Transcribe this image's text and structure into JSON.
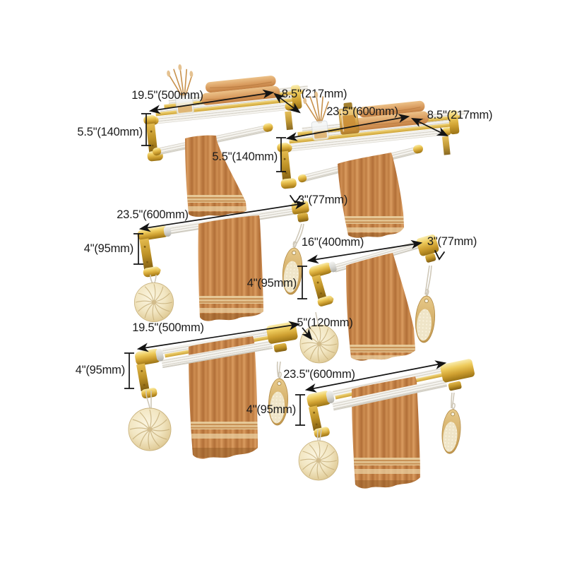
{
  "page": {
    "background": "#FFFFFF",
    "description": "Six gold and clear acrylic bathroom towel racks shown with dimension annotations"
  },
  "colors": {
    "gold": "#D9AE35",
    "gold_dark": "#9A7316",
    "acrylic_rib": "#F1EFE9",
    "towel": "#C4834A",
    "towel_band": "#E9CFA0",
    "pouf": "#F0E4C0",
    "dimension_line": "#141414"
  },
  "products": [
    {
      "name": "towel-shelf-500",
      "type": "towel shelf with bar",
      "width": "19.5\"(500mm)",
      "depth": "8.5\"(217mm)",
      "height": "5.5\"(140mm)"
    },
    {
      "name": "towel-shelf-600",
      "type": "towel shelf with bar",
      "width": "23.5\"(600mm)",
      "depth": "8.5\"(217mm)",
      "height": "5.5\"(140mm)"
    },
    {
      "name": "towel-bar-600",
      "type": "single towel bar",
      "width": "23.5\"(600mm)",
      "depth": "3\"(77mm)",
      "height": "4\"(95mm)"
    },
    {
      "name": "towel-bar-400",
      "type": "single towel bar",
      "width": "16\"(400mm)",
      "depth": "3\"(77mm)",
      "height": "4\"(95mm)"
    },
    {
      "name": "double-towel-bar-500",
      "type": "double towel bar",
      "width": "19.5\"(500mm)",
      "accessory": "5\"(120mm)",
      "height": "4\"(95mm)"
    },
    {
      "name": "double-towel-bar-600",
      "type": "double towel bar",
      "width": "23.5\"(600mm)",
      "height": "4\"(95mm)"
    }
  ]
}
